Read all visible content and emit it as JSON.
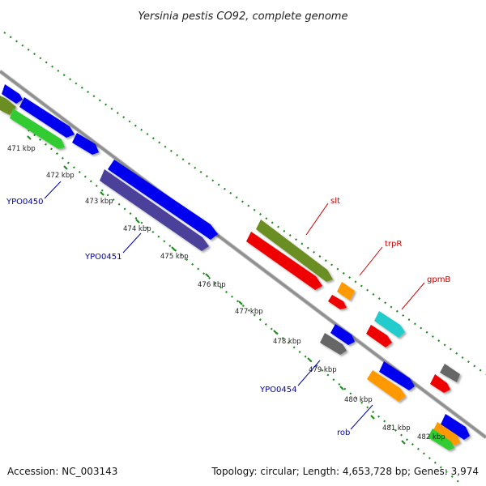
{
  "title": "Yersinia pestis CO92, complete genome",
  "footer": {
    "accession": "Accession: NC_003143",
    "summary": "Topology: circular; Length: 4,653,728 bp; Genes: 3,974"
  },
  "kbp_labels": [
    "471 kbp",
    "472 kbp",
    "473 kbp",
    "474 kbp",
    "475 kbp",
    "476 kbp",
    "477 kbp",
    "478 kbp",
    "479 kbp",
    "480 kbp",
    "481 kbp",
    "482 kbp"
  ],
  "gene_labels": {
    "YPO0450": "YPO0450",
    "YPO0451": "YPO0451",
    "YPO0454": "YPO0454",
    "rob": "rob",
    "slt": "slt",
    "trpR": "trpR",
    "gpmB": "gpmB"
  },
  "colors": {
    "backbone": "#8f8f8f",
    "ticks": "#1f8a1f",
    "blue_feature": "#0000ee",
    "purple_feature": "#4b3f9a",
    "olive_feature": "#6b8e23",
    "green_feature": "#33cc33",
    "red_feature": "#ee0000",
    "orange_feature": "#ff9900",
    "cyan_feature": "#22cccc",
    "gray_feature": "#666666",
    "label_blue": "#0000aa",
    "label_red": "#cc0000"
  }
}
